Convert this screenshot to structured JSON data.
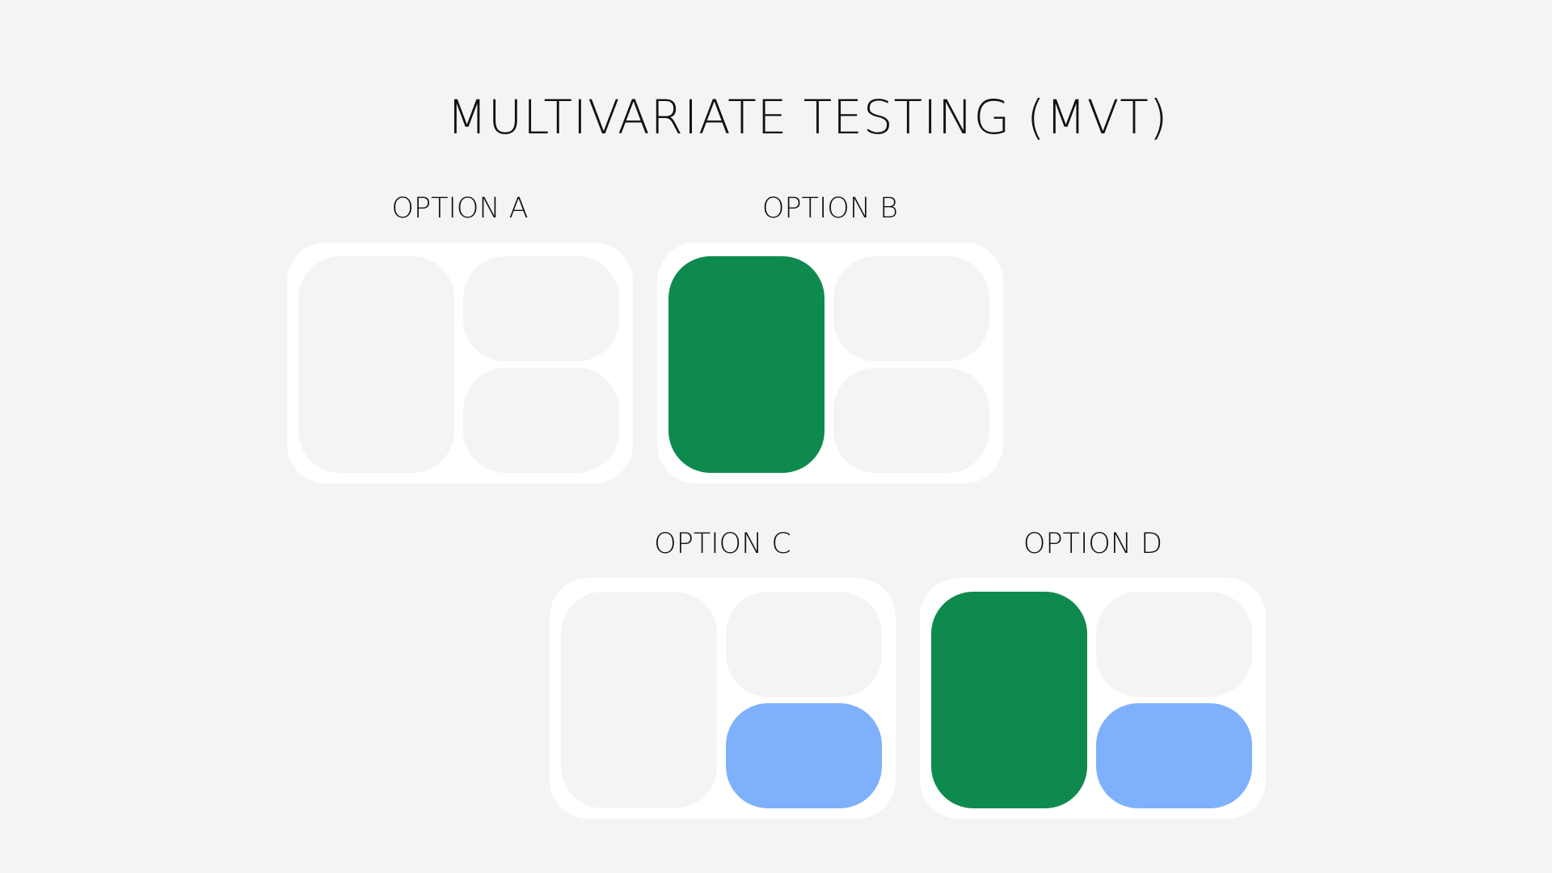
{
  "title": "MULTIVARIATE TESTING (MVT)",
  "colors": {
    "background": "#f4f4f5",
    "card": "#ffffff",
    "empty_slot": "#f4f4f5",
    "green_variant": "#0e8a4f",
    "blue_variant": "#7fb0fb"
  },
  "options": [
    {
      "label": "OPTION A",
      "slots": {
        "left": "empty",
        "top_right": "empty",
        "bottom_right": "empty"
      }
    },
    {
      "label": "OPTION B",
      "slots": {
        "left": "green",
        "top_right": "empty",
        "bottom_right": "empty"
      }
    },
    {
      "label": "OPTION C",
      "slots": {
        "left": "empty",
        "top_right": "empty",
        "bottom_right": "blue"
      }
    },
    {
      "label": "OPTION D",
      "slots": {
        "left": "green",
        "top_right": "empty",
        "bottom_right": "blue"
      }
    }
  ]
}
